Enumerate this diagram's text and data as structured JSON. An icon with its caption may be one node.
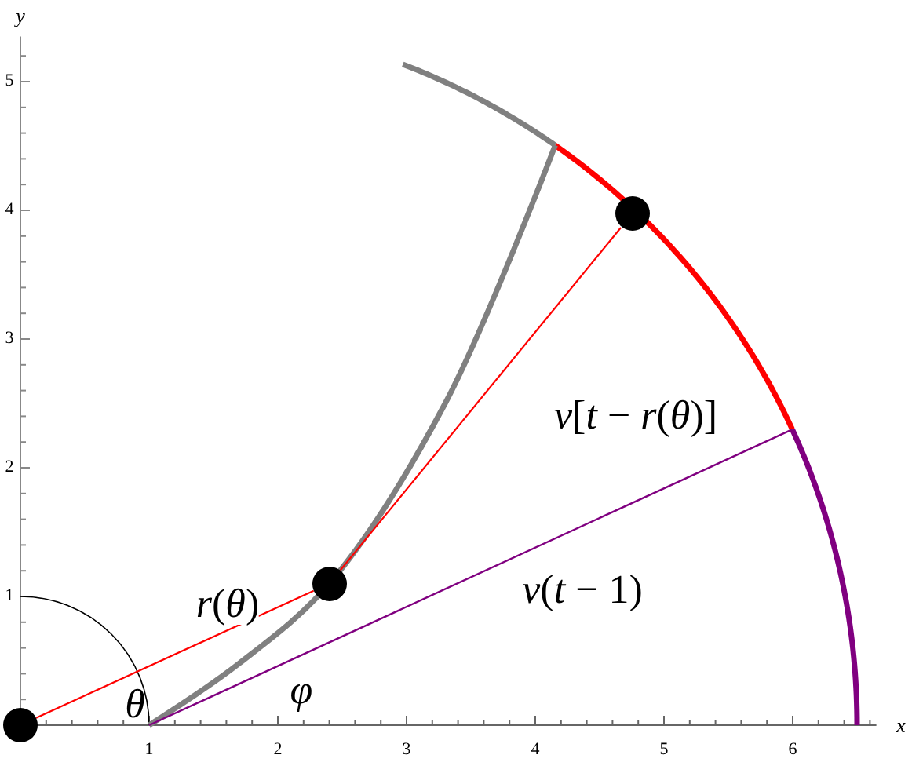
{
  "diagram": {
    "nodes": [
      {
        "text": [],
        "shape": "circle"
      },
      {
        "text": [],
        "shape": "circle"
      },
      {
        "text": [],
        "shape": "circle"
      }
    ],
    "edges": [
      {
        "from": 0,
        "to": 1,
        "arrow": "none",
        "label": "*r*(*θ*)"
      },
      {
        "from": 1,
        "to": 2,
        "arrow": "none",
        "label": "*v*[*t* − *r*(*θ*)]"
      }
    ],
    "labels": [
      "y",
      "1",
      "2",
      "3",
      "4",
      "5",
      "1",
      "2",
      "3",
      "4",
      "5",
      "6",
      "x",
      "θ",
      "φ",
      "*v*(*t* − 1)"
    ]
  }
}
